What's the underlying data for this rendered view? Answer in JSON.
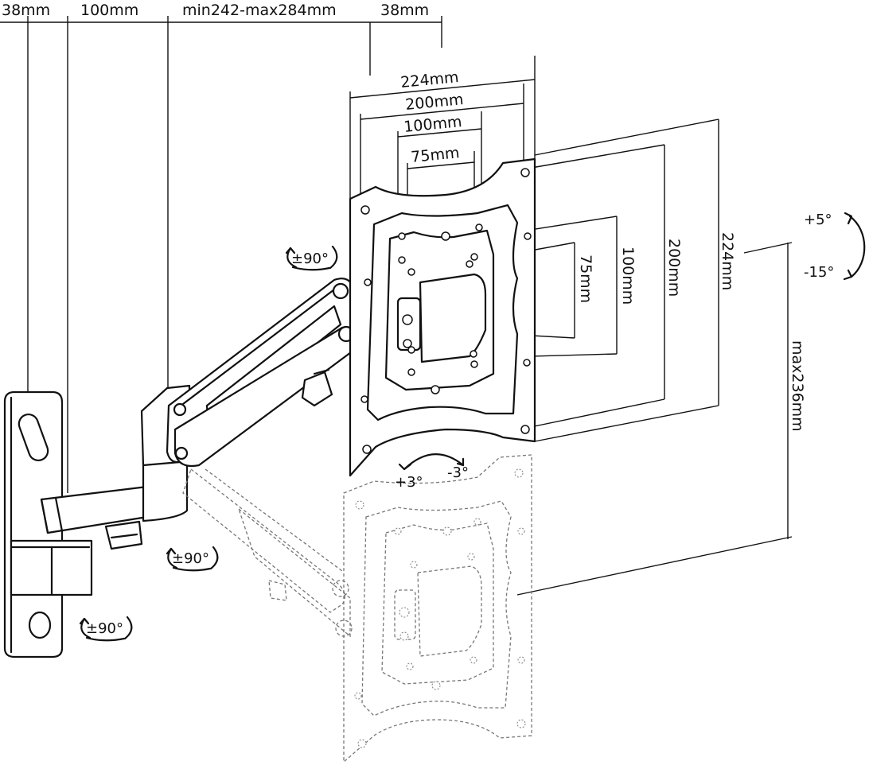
{
  "top_dimensions": {
    "wall_plate_width": "38mm",
    "first_arm": "100mm",
    "second_arm": "min242-max284mm",
    "vesa_offset": "38mm"
  },
  "vesa_dimensions": {
    "width_224": "224mm",
    "width_200": "200mm",
    "width_100": "100mm",
    "width_75": "75mm",
    "height_75": "75mm",
    "height_100": "100mm",
    "height_200": "200mm",
    "height_224": "224mm"
  },
  "vertical_adjust": {
    "label": "max236mm"
  },
  "tilt": {
    "up": "+5°",
    "down": "-15°"
  },
  "rotation": {
    "plus": "+3°",
    "minus": "-3°"
  },
  "swivel": {
    "arm_joint": "±90°",
    "elbow": "±90°",
    "wall_joint": "±90°"
  }
}
